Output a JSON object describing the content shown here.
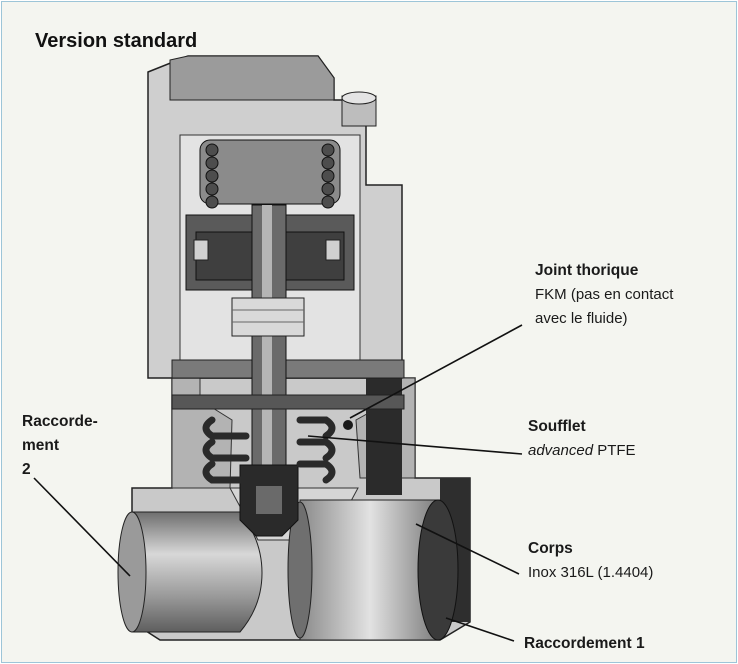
{
  "title": "Version standard",
  "labels": {
    "joint": {
      "name": "Joint thorique",
      "line1": "FKM (pas en contact",
      "line2": "avec le fluide)"
    },
    "soufflet": {
      "name": "Soufflet",
      "italic": "advanced",
      "rest": " PTFE"
    },
    "corps": {
      "name": "Corps",
      "material": "Inox 316L (1.4404)"
    },
    "raccord1": {
      "name": "Raccordement 1"
    },
    "raccord2": {
      "line1": "Raccorde-",
      "line2": "ment",
      "line3": "2"
    }
  },
  "colors": {
    "frame_border": "#9dc5d8",
    "background": "#f4f5f0",
    "metal": "#a9a9a9",
    "dark": "#333333"
  }
}
